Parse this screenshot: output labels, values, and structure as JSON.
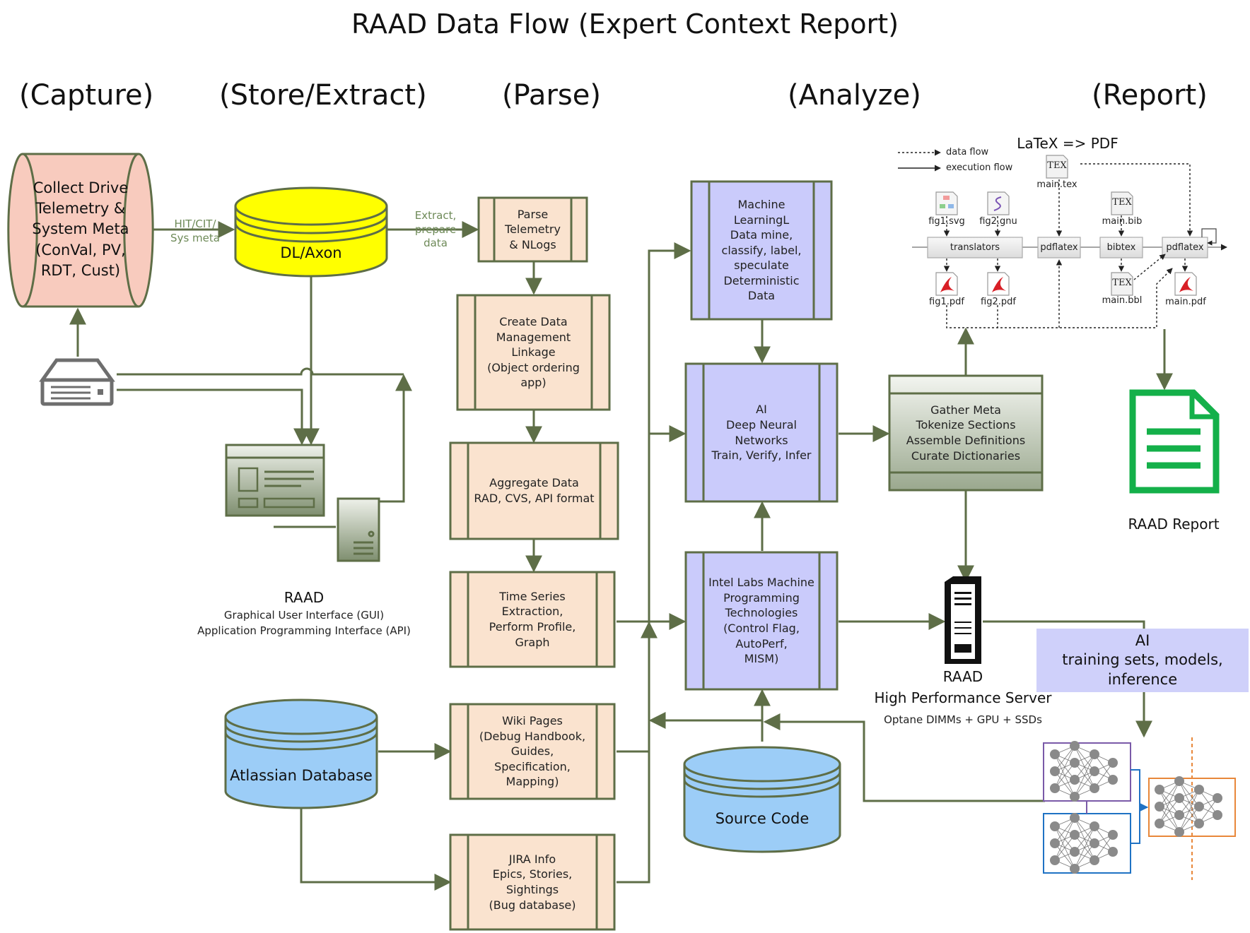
{
  "title": "RAAD Data Flow (Expert Context Report)",
  "stages": [
    "(Capture)",
    "(Store/Extract)",
    "(Parse)",
    "(Analyze)",
    "(Report)"
  ],
  "capture": {
    "label": "Collect Drive\nTelemetry &\nSystem Meta\n(ConVal, PV,\nRDT, Cust)"
  },
  "edge_labels": {
    "hit": "HIT/CIT/\nSys meta",
    "extract": "Extract,\nprepare\ndata"
  },
  "store": {
    "dl_axon": "DL/Axon",
    "raad_title": "RAAD",
    "gui": "Graphical User Interface (GUI)",
    "api": "Application Programming Interface (API)",
    "atlassian": "Atlassian Database"
  },
  "parse": {
    "parse_telemetry": "Parse\nTelemetry\n& NLogs",
    "create_data": "Create Data\nManagement\nLinkage\n(Object ordering\napp)",
    "aggregate": "Aggregate Data\nRAD, CVS, API format",
    "time_series": "Time Series\nExtraction,\nPerform Profile,\nGraph",
    "wiki": "Wiki Pages\n(Debug Handbook,\nGuides,\nSpecification,\nMapping)",
    "jira": "JIRA Info\nEpics, Stories,\nSightings\n(Bug database)"
  },
  "analyze": {
    "ml": "Machine\nLearningL\nData mine,\nclassify, label,\nspeculate\nDeterministic\nData",
    "ai": "AI\nDeep Neural\nNetworks\nTrain, Verify, Infer",
    "intel": "Intel Labs Machine\nProgramming\nTechnologies\n(Control Flag,\nAutoPerf,\nMISM)",
    "source_code": "Source Code",
    "gather": "Gather Meta\nTokenize Sections\nAssemble Definitions\nCurate Dictionaries",
    "server_title": "RAAD",
    "server_subtitle": "High Performance Server",
    "server_hw": "Optane DIMMs + GPU + SSDs",
    "ai_training": "AI\ntraining sets, models,\ninference"
  },
  "report": {
    "latex_title": "LaTeX => PDF",
    "legend_data": "data flow",
    "legend_exec": "execution flow",
    "files": {
      "main_tex": "main.tex",
      "fig1_svg": "fig1.svg",
      "fig2_gnu": "fig2.gnu",
      "main_bib": "main.bib",
      "fig1_pdf": "fig1.pdf",
      "fig2_pdf": "fig2.pdf",
      "main_bbl": "main.bbl",
      "main_pdf": "main.pdf"
    },
    "tools": {
      "translators": "translators",
      "pdflatex1": "pdflatex",
      "bibtex": "bibtex",
      "pdflatex2": "pdflatex"
    },
    "tex_glyph": "TEX",
    "raad_report": "RAAD Report"
  },
  "colors": {
    "capture_fill": "#f8cbbe",
    "box_fill": "#fae3cf",
    "analysis_fill": "#cacbfb",
    "db_yellow": "#ffff00",
    "db_blue": "#9ccdf7",
    "border": "#5e6e47",
    "gather_fill": "#d4dbcd",
    "report_green": "#14b04a",
    "ai_label_fill": "#cfd0fa"
  }
}
